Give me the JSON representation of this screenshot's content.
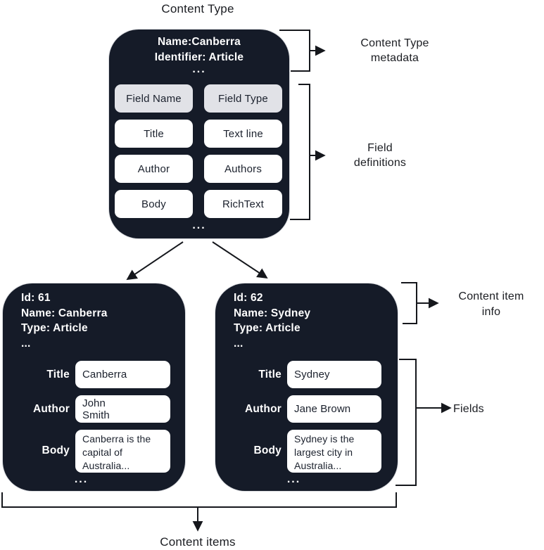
{
  "diagram": {
    "title": "Content Type",
    "content_type_box": {
      "metadata": "Name:Canberra\nIdentifier: Article",
      "ellipsis": "...",
      "field_table": {
        "header": [
          "Field Name",
          "Field Type"
        ],
        "rows": [
          [
            "Title",
            "Text line"
          ],
          [
            "Author",
            "Authors"
          ],
          [
            "Body",
            "RichText"
          ]
        ]
      },
      "bottom_ellipsis": "..."
    },
    "annotations": {
      "content_type_metadata": "Content Type\nmetadata",
      "field_definitions": "Field\ndefinitions",
      "content_item_info": "Content item\ninfo",
      "fields": "Fields",
      "content_items": "Content items"
    },
    "content_items": [
      {
        "info": "Id: 61\nName: Canberra\nType: Article\n...",
        "fields": [
          {
            "label": "Title",
            "value": "Canberra"
          },
          {
            "label": "Author",
            "value": "John\nSmith"
          },
          {
            "label": "Body",
            "value": "Canberra is the\ncapital of\nAustralia..."
          }
        ],
        "ellipsis": "..."
      },
      {
        "info": "Id: 62\nName: Sydney\nType: Article\n...",
        "fields": [
          {
            "label": "Title",
            "value": "Sydney"
          },
          {
            "label": "Author",
            "value": "Jane Brown"
          },
          {
            "label": "Body",
            "value": "Sydney is the\nlargest city in\nAustralia..."
          }
        ],
        "ellipsis": "..."
      }
    ],
    "colors": {
      "box_bg": "#151B28",
      "header_cell_bg": "#e1e2e7",
      "cell_bg": "#ffffff",
      "line": "#15171c"
    }
  }
}
